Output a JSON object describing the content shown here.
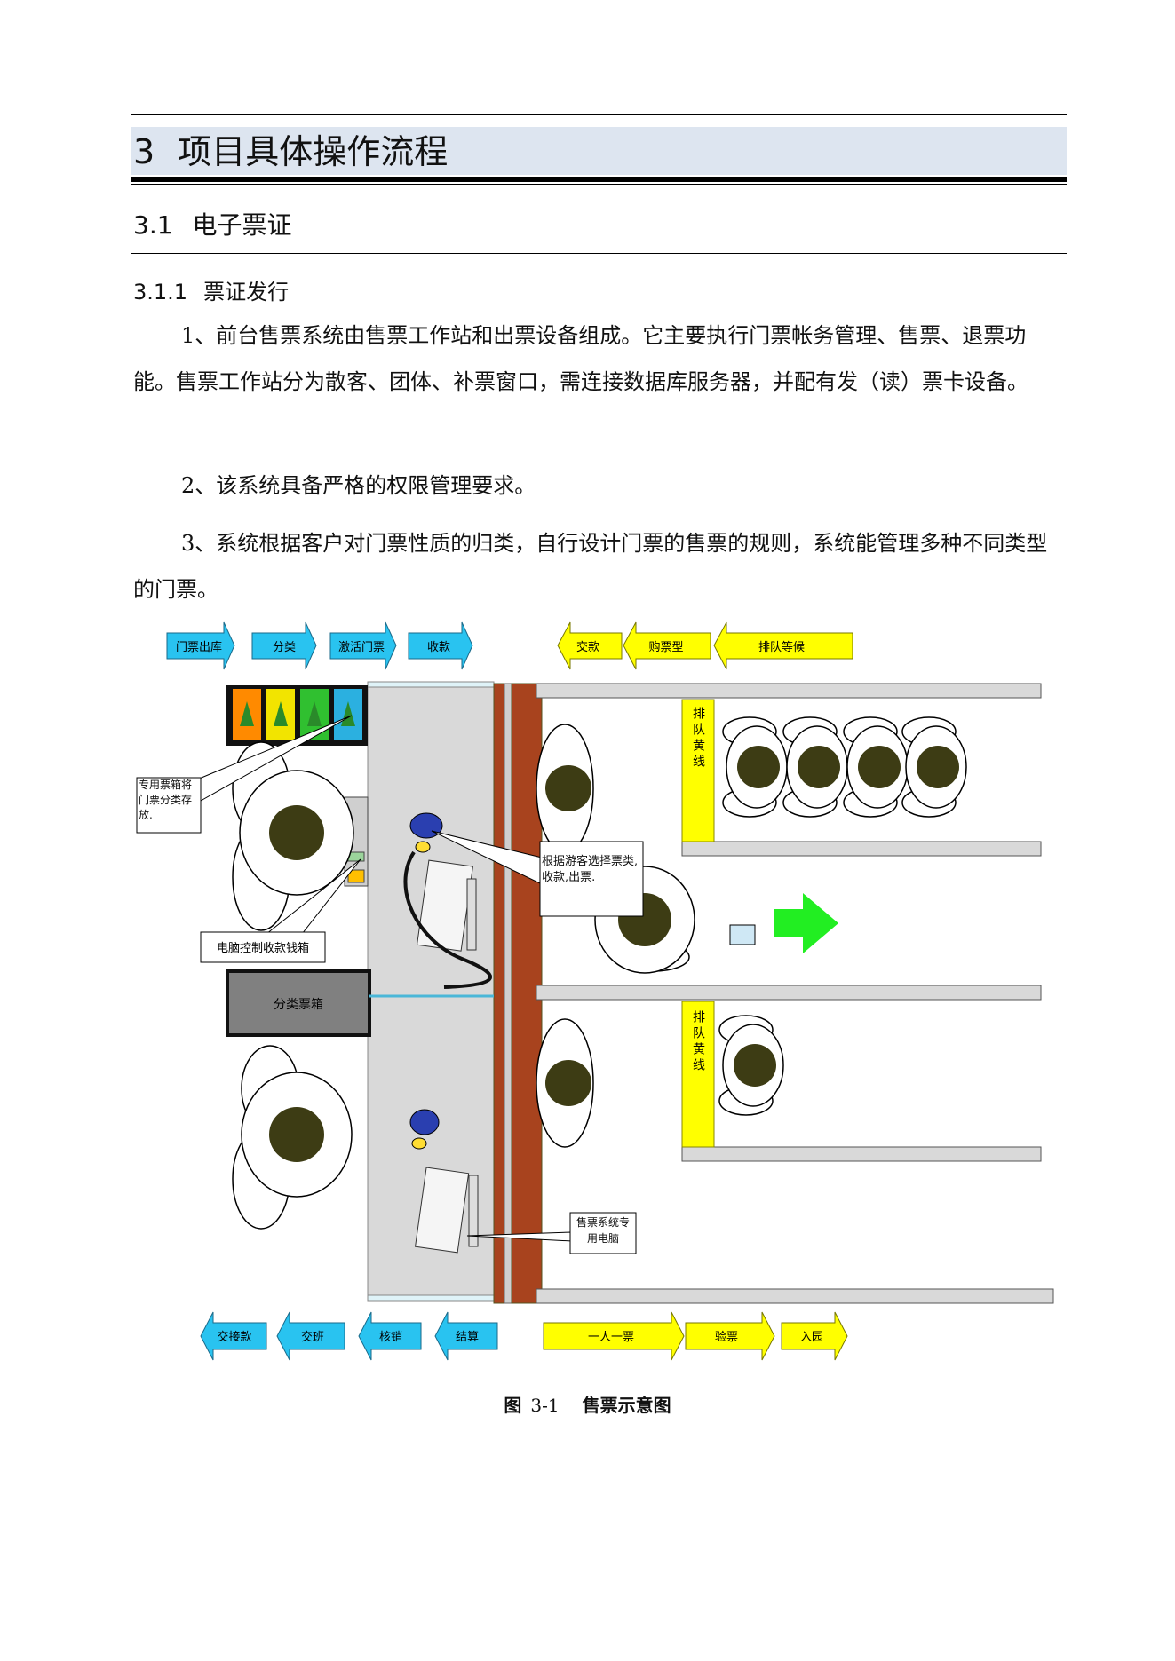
{
  "heading1": {
    "number": "3",
    "title": "项目具体操作流程"
  },
  "heading2": {
    "number": "3.1",
    "title": "电子票证"
  },
  "heading3": {
    "number": "3.1.1",
    "title": "票证发行"
  },
  "paragraphs": [
    "1、前台售票系统由售票工作站和出票设备组成。它主要执行门票帐务管理、售票、退票功能。售票工作站分为散客、团体、补票窗口，需连接数据库服务器，并配有发（读）票卡设备。",
    "2、该系统具备严格的权限管理要求。",
    "3、系统根据客户对门票性质的归类，自行设计门票的售票的规则，系统能管理多种不同类型的门票。"
  ],
  "figure": {
    "top_flow": [
      "门票出库",
      "分类",
      "激活门票",
      "收款"
    ],
    "top_queue_flow": [
      "交款",
      "购票型",
      "排队等候"
    ],
    "bottom_flow": [
      "交接款",
      "交班",
      "核销",
      "结算"
    ],
    "bottom_queue_flow": [
      "一人一票",
      "验票",
      "入园"
    ],
    "callouts": {
      "ticket_box": "专用票箱将门票分类存放.",
      "cashbox": "电脑控制收款钱箱",
      "sell": "根据游客选择票类,收款,出票.",
      "computer": "售票系统专用电脑"
    },
    "sort_box": "分类票箱",
    "queue_line": "排队黄线",
    "colors": {
      "cyan_arrow": "#29c3f0",
      "yellow_arrow": "#ffff00",
      "green_arrow": "#22ee22",
      "counter": "#a8431e",
      "floor": "#d9d9d9"
    }
  },
  "caption": {
    "label": "图",
    "number": "3-1",
    "title": "售票示意图"
  }
}
